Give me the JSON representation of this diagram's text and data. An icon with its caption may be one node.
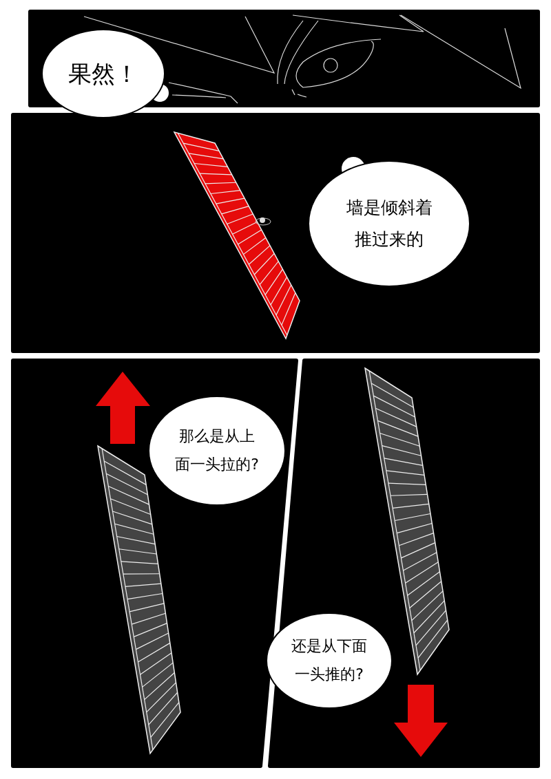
{
  "diagram": {
    "nodes": [
      {
        "text": [
          "果然！"
        ]
      },
      {
        "text": [
          "墙是倾斜着推过来的"
        ]
      },
      {
        "text": [
          "那么是从上面一头拉的?"
        ]
      },
      {
        "text": [
          "还是从下面一头推的?"
        ]
      }
    ]
  }
}
